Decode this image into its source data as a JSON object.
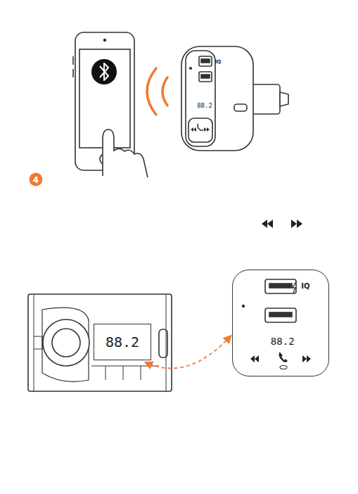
{
  "diagram": {
    "nodes": [
      {
        "text": [
          "88.2"
        ]
      },
      {
        "text": [
          "IQ",
          "88.2"
        ]
      }
    ],
    "edges": [
      {
        "from": 1,
        "to": 0,
        "arrow": "both"
      }
    ],
    "labels": [
      "88.2",
      "IQ",
      "4"
    ]
  }
}
